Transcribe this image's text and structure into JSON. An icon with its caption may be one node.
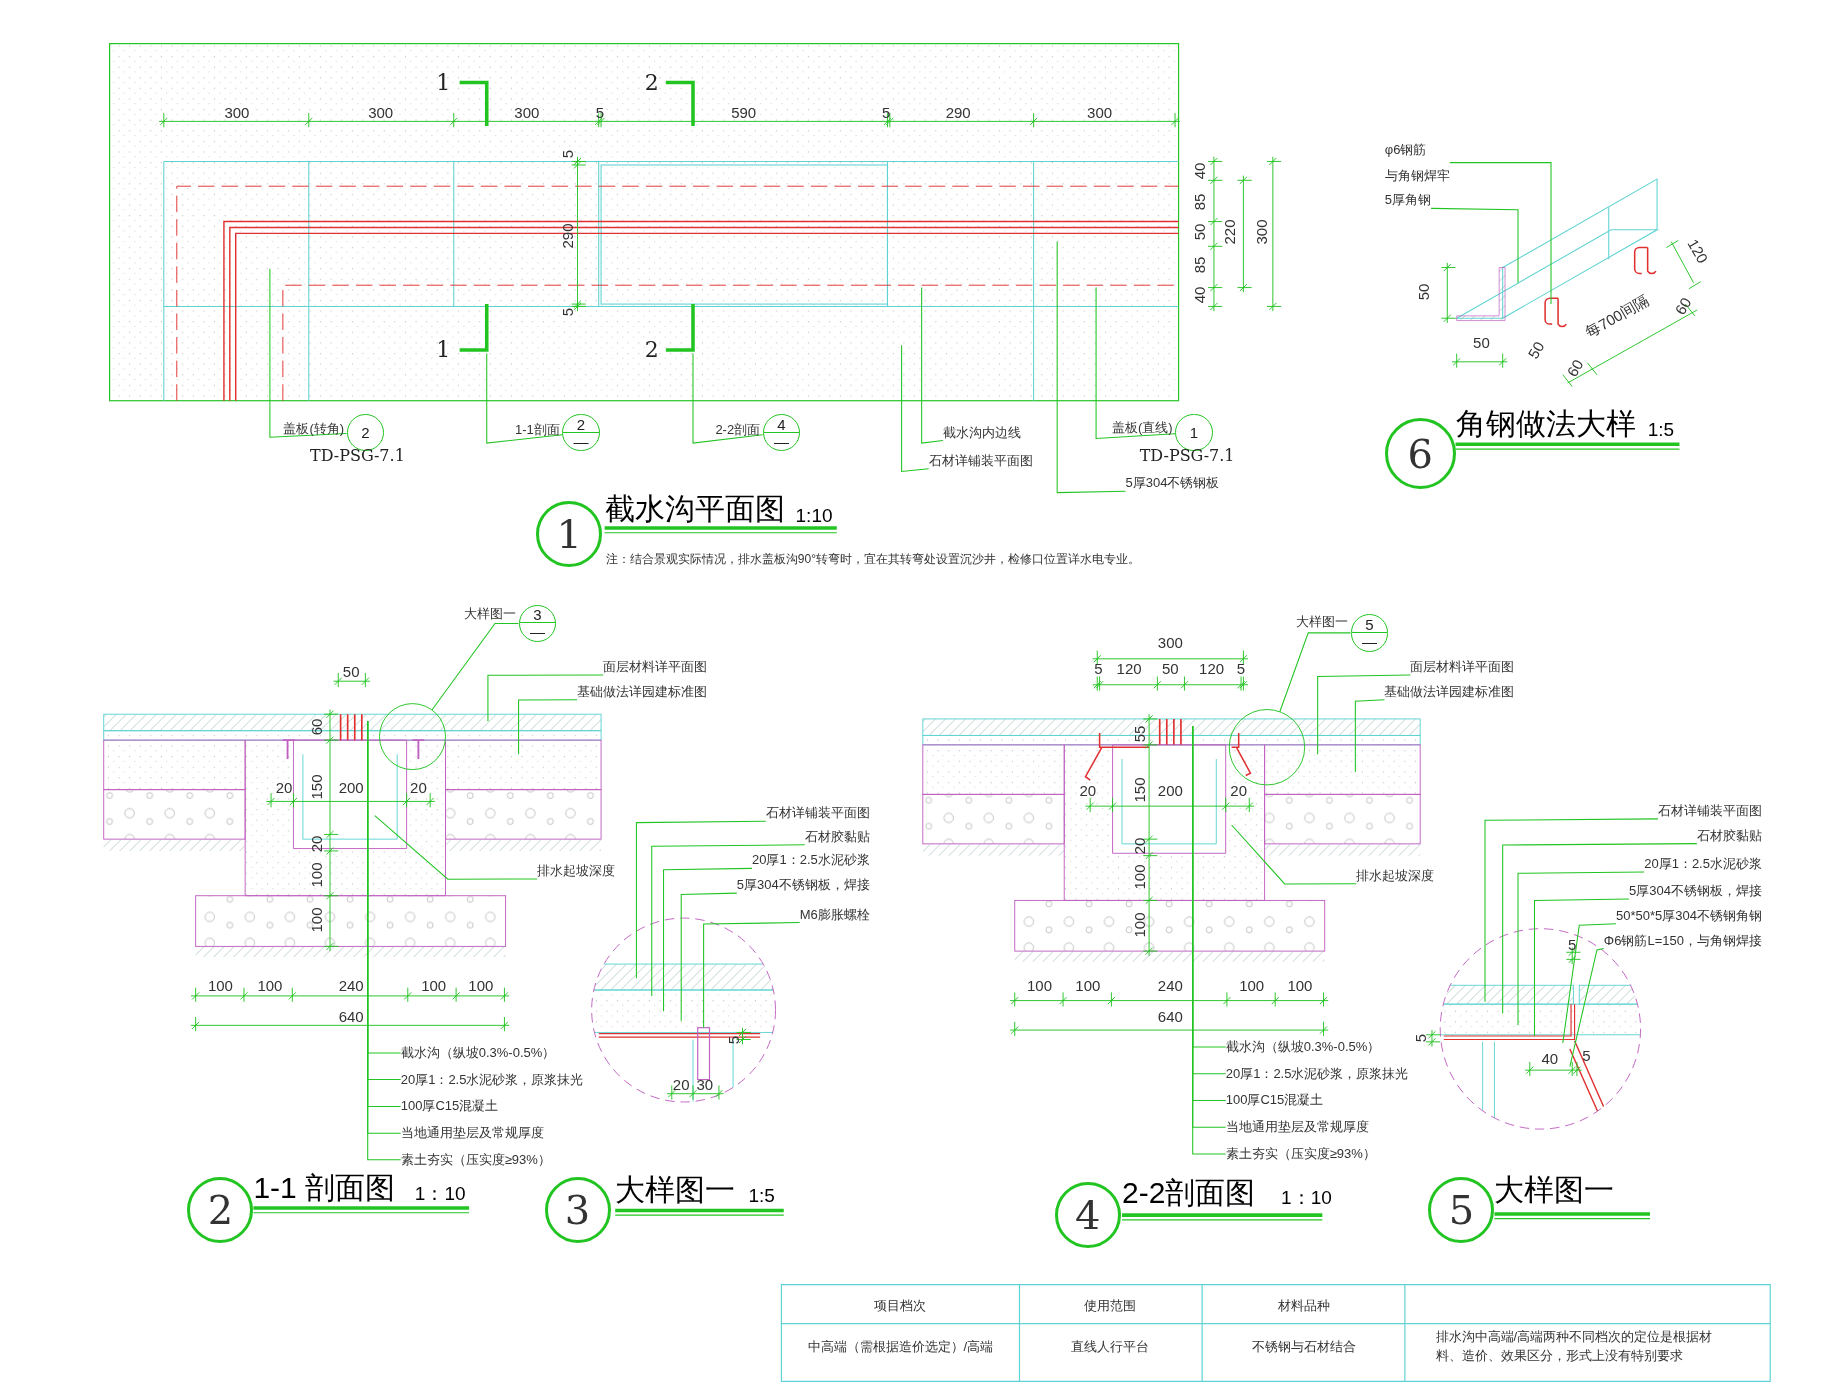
{
  "diagram": {
    "nodes": [
      {
        "text": [
          "1"
        ],
        "beside": [
          "截水沟平面图",
          "1:10",
          "注：结合景观实际情况，排水盖板沟90°转弯时，宜在其转弯处设置沉沙井，检修口位置详水电专业。"
        ]
      },
      {
        "text": [
          "2"
        ],
        "beside": [
          "盖板(转角)",
          "TD-PSG-7.1"
        ]
      },
      {
        "text": [
          "2",
          "—"
        ],
        "beside": [
          "1-1剖面"
        ]
      },
      {
        "text": [
          "4",
          "—"
        ],
        "beside": [
          "2-2剖面"
        ]
      },
      {
        "text": [
          "截水沟内边线"
        ]
      },
      {
        "text": [
          "石材详铺装平面图"
        ]
      },
      {
        "text": [
          "1"
        ],
        "beside": [
          "盖板(直线)",
          "TD-PSG-7.1"
        ]
      },
      {
        "text": [
          "5厚304不锈钢板"
        ]
      },
      {
        "text": [
          "6"
        ],
        "beside": [
          "角钢做法大样",
          "1:5"
        ]
      },
      {
        "text": [
          "φ6钢筋",
          "与角钢焊牢"
        ]
      },
      {
        "text": [
          "5厚角钢"
        ]
      },
      {
        "text": [
          "2"
        ],
        "beside": [
          "1-1 剖面图",
          "1：10"
        ]
      },
      {
        "text": [
          "3",
          "—"
        ],
        "beside": [
          "大样图一"
        ]
      },
      {
        "text": [
          "面层材料详平面图"
        ]
      },
      {
        "text": [
          "基础做法详园建标准图"
        ]
      },
      {
        "text": [
          "排水起坡深度"
        ]
      },
      {
        "text": [
          "截水沟（纵坡0.3%-0.5%）"
        ]
      },
      {
        "text": [
          "20厚1：2.5水泥砂浆，原浆抹光"
        ]
      },
      {
        "text": [
          "100厚C15混凝土"
        ]
      },
      {
        "text": [
          "当地通用垫层及常规厚度"
        ]
      },
      {
        "text": [
          "素土夯实（压实度≥93%）"
        ]
      },
      {
        "text": [
          "3"
        ],
        "beside": [
          "大样图一",
          "1:5"
        ]
      },
      {
        "text": [
          "石材详铺装平面图"
        ]
      },
      {
        "text": [
          "石材胶黏贴"
        ]
      },
      {
        "text": [
          "20厚1：2.5水泥砂浆"
        ]
      },
      {
        "text": [
          "5厚304不锈钢板，焊接"
        ]
      },
      {
        "text": [
          "M6膨胀螺栓"
        ]
      },
      {
        "text": [
          "4"
        ],
        "beside": [
          "2-2剖面图",
          "1：10"
        ]
      },
      {
        "text": [
          "5",
          "—"
        ],
        "beside": [
          "大样图一"
        ]
      },
      {
        "text": [
          "面层材料详平面图"
        ]
      },
      {
        "text": [
          "基础做法详园建标准图"
        ]
      },
      {
        "text": [
          "排水起坡深度"
        ]
      },
      {
        "text": [
          "截水沟（纵坡0.3%-0.5%）"
        ]
      },
      {
        "text": [
          "20厚1：2.5水泥砂浆，原浆抹光"
        ]
      },
      {
        "text": [
          "100厚C15混凝土"
        ]
      },
      {
        "text": [
          "当地通用垫层及常规厚度"
        ]
      },
      {
        "text": [
          "素土夯实（压实度≥93%）"
        ]
      },
      {
        "text": [
          "5"
        ],
        "beside": [
          "大样图一"
        ]
      },
      {
        "text": [
          "石材详铺装平面图"
        ]
      },
      {
        "text": [
          "石材胶黏贴"
        ]
      },
      {
        "text": [
          "20厚1：2.5水泥砂浆"
        ]
      },
      {
        "text": [
          "5厚304不锈钢板，焊接"
        ]
      },
      {
        "text": [
          "50*50*5厚304不锈钢角钢"
        ]
      },
      {
        "text": [
          "Φ6钢筋L=150，与角钢焊接"
        ]
      },
      {
        "text": [],
        "shape": "picture"
      },
      {
        "text": [],
        "shape": "picture"
      },
      {
        "text": [],
        "shape": "picture"
      },
      {
        "text": [],
        "shape": "circle",
        "in": 46
      },
      {
        "text": [],
        "shape": "picture"
      },
      {
        "text": [],
        "shape": "picture"
      },
      {
        "text": [],
        "shape": "circle",
        "in": 49
      },
      {
        "text": [],
        "shape": "picture"
      }
    ],
    "edges": [
      {
        "from": 1,
        "to": 44,
        "arrow": "none"
      },
      {
        "from": 2,
        "to": 44,
        "arrow": "none"
      },
      {
        "from": 3,
        "to": 44,
        "arrow": "none"
      },
      {
        "from": 4,
        "to": 44,
        "arrow": "none"
      },
      {
        "from": 5,
        "to": 44,
        "arrow": "none"
      },
      {
        "from": 6,
        "to": 44,
        "arrow": "none"
      },
      {
        "from": 7,
        "to": 44,
        "arrow": "none"
      },
      {
        "from": 9,
        "to": 45,
        "arrow": "none"
      },
      {
        "from": 10,
        "to": 45,
        "arrow": "none"
      },
      {
        "from": 12,
        "to": 47,
        "arrow": "none"
      },
      {
        "from": 13,
        "to": 46,
        "arrow": "none"
      },
      {
        "from": 14,
        "to": 46,
        "arrow": "none"
      },
      {
        "from": 15,
        "to": 46,
        "arrow": "none"
      },
      {
        "from": 16,
        "to": 46,
        "arrow": "none"
      },
      {
        "from": 17,
        "to": 46,
        "arrow": "none"
      },
      {
        "from": 18,
        "to": 46,
        "arrow": "none"
      },
      {
        "from": 19,
        "to": 46,
        "arrow": "none"
      },
      {
        "from": 20,
        "to": 46,
        "arrow": "none"
      },
      {
        "from": 22,
        "to": 48,
        "arrow": "none"
      },
      {
        "from": 23,
        "to": 48,
        "arrow": "none"
      },
      {
        "from": 24,
        "to": 48,
        "arrow": "none"
      },
      {
        "from": 25,
        "to": 48,
        "arrow": "none"
      },
      {
        "from": 26,
        "to": 48,
        "arrow": "none"
      },
      {
        "from": 28,
        "to": 50,
        "arrow": "none"
      },
      {
        "from": 29,
        "to": 49,
        "arrow": "none"
      },
      {
        "from": 30,
        "to": 49,
        "arrow": "none"
      },
      {
        "from": 31,
        "to": 49,
        "arrow": "none"
      },
      {
        "from": 32,
        "to": 49,
        "arrow": "none"
      },
      {
        "from": 33,
        "to": 49,
        "arrow": "none"
      },
      {
        "from": 34,
        "to": 49,
        "arrow": "none"
      },
      {
        "from": 35,
        "to": 49,
        "arrow": "none"
      },
      {
        "from": 36,
        "to": 49,
        "arrow": "none"
      },
      {
        "from": 38,
        "to": 51,
        "arrow": "none"
      },
      {
        "from": 39,
        "to": 51,
        "arrow": "none"
      },
      {
        "from": 40,
        "to": 51,
        "arrow": "none"
      },
      {
        "from": 41,
        "to": 51,
        "arrow": "none"
      },
      {
        "from": 42,
        "to": 51,
        "arrow": "none"
      },
      {
        "from": 43,
        "to": 51,
        "arrow": "none"
      }
    ],
    "labels": [
      "1",
      "2",
      "1",
      "2",
      "300",
      "300",
      "300",
      "5",
      "590",
      "5",
      "290",
      "300",
      "5",
      "290",
      "5",
      "40",
      "85",
      "50",
      "85",
      "40",
      "220",
      "300",
      "50",
      "50",
      "50",
      "60",
      "每700间隔",
      "60",
      "120",
      "50",
      "60",
      "20",
      "150",
      "200",
      "20",
      "20",
      "100",
      "100",
      "100",
      "100",
      "240",
      "100",
      "100",
      "640",
      "5",
      "20",
      "30",
      "300",
      "5",
      "120",
      "50",
      "120",
      "5",
      "55",
      "20",
      "150",
      "200",
      "20",
      "20",
      "100",
      "100",
      "100",
      "100",
      "240",
      "100",
      "100",
      "640",
      "5",
      "5",
      "40",
      "5",
      "项目档次",
      "使用范围",
      "材料品种",
      "中高端（需根据造价选定）/高端",
      "直线人行平台",
      "不锈钢与石材结合",
      "排水沟中高端/高端两种不同档次的定位是根据材料、造价、效果区分，形式上没有特别要求"
    ]
  }
}
